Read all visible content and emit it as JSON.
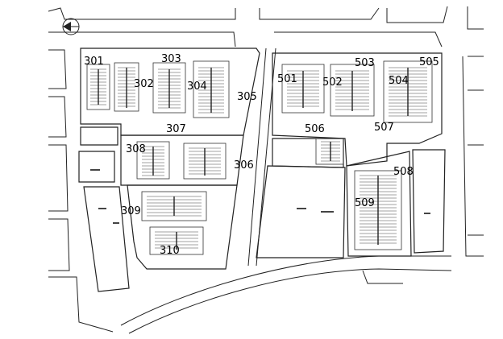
{
  "plan": {
    "block_labels": [
      "301",
      "303",
      "302",
      "304",
      "305",
      "307",
      "308",
      "306",
      "309",
      "310",
      "501",
      "503",
      "502",
      "505",
      "504",
      "506",
      "507",
      "508",
      "509"
    ]
  },
  "icons": {
    "north_arrow": "north-arrow-icon"
  },
  "colors": {
    "line": "#222222",
    "background": "#ffffff"
  }
}
